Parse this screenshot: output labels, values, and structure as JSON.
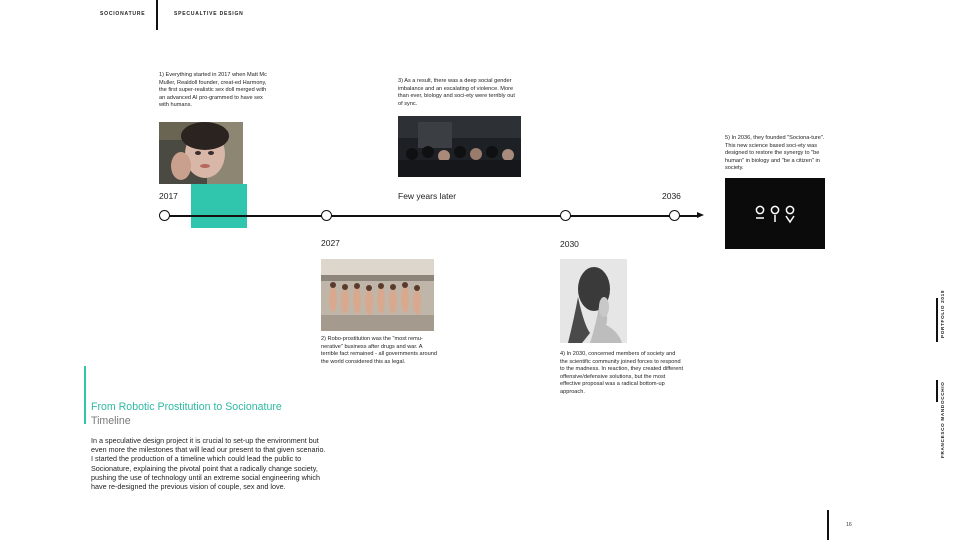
{
  "header": {
    "project": "SOCIONATURE",
    "category": "SPECUALTIVE DESIGN"
  },
  "timeline": {
    "years": {
      "y2017": "2017",
      "y2027": "2027",
      "later": "Few years later",
      "y2030": "2030",
      "y2036": "2036"
    },
    "notes": {
      "n1": "1) Everything started in 2017 when Matt Mc Muller, Realdoll founder, creat-ed Harmony, the first super-realistic sex doll merged with an advanced AI pro-grammed to have sex with humans.",
      "n2": "2) Robo-prostitution was the \"most remu-nerative\" business after drugs and war. A terrible fact remained - all governments around the world considered this as legal.",
      "n3": "3) As a result, there was a deep social gender imbalance and an escalating of violence. More than ever, biology and soci-ety were terribly out of sync.",
      "n4": "4) In 2030, concerned members of society and the scientific community joined forces to respond to the madness. In reaction, they created different offensive/defensive solutions, but the most effective proposal was a radical bottom-up approach.",
      "n5": "5) In 2036, they founded \"Sociona-ture\". This new science based soci-ety was designed to restore the synergy to \"be human\" in biology and \"be a citizen\" in society."
    }
  },
  "intro": {
    "title": "From Robotic Prostitution to Socionature",
    "subtitle": "Timeline",
    "body": "In a speculative design project it is crucial to set-up the environment but even more the milestones that will lead our present to that given scenario. I started the production of a timeline which could lead the public to Socionature, explaining the pivotal point that a radically change society, pushing the use of technology until an extreme social engineering which have re-designed the previous vision of couple, sex and love."
  },
  "sidebar": {
    "portfolio": "PORTFOLIO 2018",
    "author": "FRANCESCO MANDOCCHIO"
  },
  "page_number": "16",
  "colors": {
    "accent": "#2fc6ad",
    "title": "#2fb9a3",
    "ink": "#111111"
  }
}
